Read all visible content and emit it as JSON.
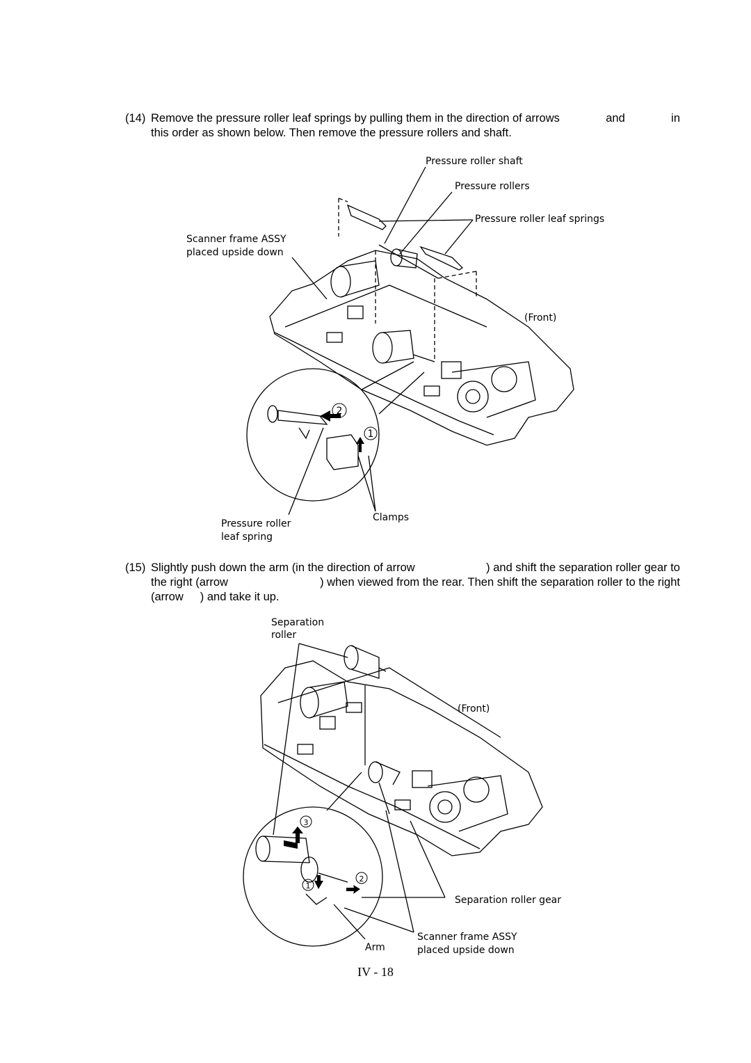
{
  "steps": [
    {
      "number": "(14)",
      "line1_a": "Remove the pressure roller leaf springs by pulling them in the direction of arrows",
      "line1_b": "and",
      "line1_c": "in",
      "line2": "this order as shown below.  Then remove the pressure rollers and shaft."
    },
    {
      "number": "(15)",
      "l1_a": "Slightly push down the arm (in the direction of arrow",
      "l1_b": ") and shift the separation roller gear to",
      "l2_a": "the right (arrow",
      "l2_b": ") when viewed from the rear.  Then shift the separation roller to the right",
      "l3_a": "(arrow",
      "l3_b": ") and take it up."
    }
  ],
  "figure1": {
    "labels": {
      "pressure_roller_shaft": "Pressure roller shaft",
      "pressure_rollers": "Pressure rollers",
      "leaf_springs": "Pressure roller leaf springs",
      "scanner_frame_1": "Scanner frame ASSY",
      "scanner_frame_2": "placed upside down",
      "front": "(Front)",
      "clamps": "Clamps",
      "leaf_spring_1": "Pressure roller",
      "leaf_spring_2": "leaf spring",
      "callout_2": "2",
      "callout_1": "1"
    }
  },
  "figure2": {
    "labels": {
      "separation_roller_1": "Separation",
      "separation_roller_2": "roller",
      "front": "(Front)",
      "separation_roller_gear": "Separation roller gear",
      "scanner_frame_1": "Scanner frame ASSY",
      "scanner_frame_2": "placed upside down",
      "arm": "Arm",
      "callout_3": "3",
      "callout_2": "2",
      "callout_1": "1"
    }
  },
  "footer": {
    "page_number": "IV - 18"
  }
}
